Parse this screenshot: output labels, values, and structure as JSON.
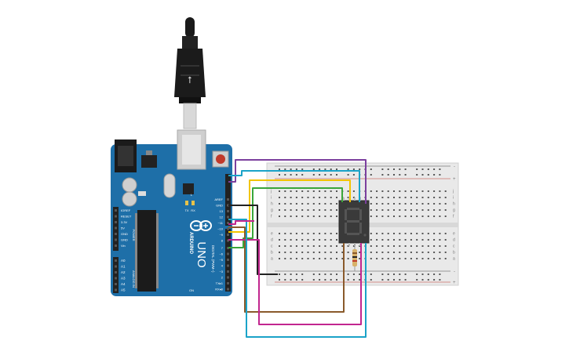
{
  "board": {
    "brand": "ARDUINO",
    "model": "UNO",
    "digital_label": "DIGITAL (PWM~)",
    "header_top": [
      "AREF",
      "GND",
      "13",
      "12",
      "~11",
      "~10",
      "~9",
      "8"
    ],
    "header_bottom": [
      "7",
      "~6",
      "~5",
      "4",
      "~3",
      "2",
      "TX▸1",
      "RX◂0"
    ],
    "power_pins": [
      "IOREF",
      "RESET",
      "3.3V",
      "5V",
      "GND",
      "GND",
      "Vin"
    ],
    "power_label": "POWER",
    "analog_pins": [
      "A0",
      "A1",
      "A2",
      "A3",
      "A4",
      "A5"
    ],
    "analog_label": "ANALOG IN",
    "led_labels": [
      "TX",
      "RX"
    ],
    "l_label": "L",
    "on_label": "ON"
  },
  "breadboard": {
    "row_letters_top": [
      "j",
      "i",
      "h",
      "g",
      "f"
    ],
    "row_letters_bottom": [
      "e",
      "d",
      "c",
      "b",
      "a"
    ],
    "rail_minus": "-",
    "rail_plus": "+",
    "column_count": 30
  },
  "display": {
    "type": "seven-segment",
    "digit": "8"
  },
  "colors": {
    "board": "#1e6fa8",
    "wire_purple": "#7b3f9e",
    "wire_cyan": "#1aa3c8",
    "wire_yellow": "#f2c400",
    "wire_green": "#3aa63a",
    "wire_black": "#222222",
    "wire_brown": "#8a5a2b",
    "wire_magenta": "#c2268f"
  }
}
